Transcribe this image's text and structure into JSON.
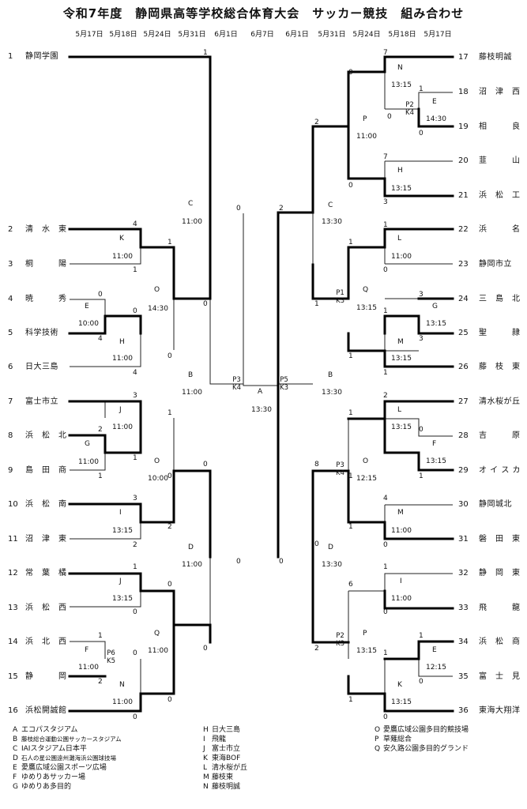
{
  "title": "令和7年度　静岡県高等学校総合体育大会　サッカー競技　組み合わせ",
  "dates": [
    "5月17日",
    "5月18日",
    "5月24日",
    "5月31日",
    "6月1日",
    "6月7日",
    "6月1日",
    "5月31日",
    "5月24日",
    "5月18日",
    "5月17日"
  ],
  "left_teams": [
    {
      "no": "1",
      "name": "静岡学園"
    },
    {
      "no": "2",
      "name": "清　水　東"
    },
    {
      "no": "3",
      "name": "桐　　　陽"
    },
    {
      "no": "4",
      "name": "暁　　　秀"
    },
    {
      "no": "5",
      "name": "科学技術"
    },
    {
      "no": "6",
      "name": "日大三島"
    },
    {
      "no": "7",
      "name": "富士市立"
    },
    {
      "no": "8",
      "name": "浜　松　北"
    },
    {
      "no": "9",
      "name": "島　田　商"
    },
    {
      "no": "10",
      "name": "浜　松　南"
    },
    {
      "no": "11",
      "name": "沼　津　東"
    },
    {
      "no": "12",
      "name": "常　葉　橘"
    },
    {
      "no": "13",
      "name": "浜　松　西"
    },
    {
      "no": "14",
      "name": "浜　北　西"
    },
    {
      "no": "15",
      "name": "静　　　岡"
    },
    {
      "no": "16",
      "name": "浜松開誠館"
    }
  ],
  "right_teams": [
    {
      "no": "17",
      "name": "藤枝明誠"
    },
    {
      "no": "18",
      "name": "沼　津　西"
    },
    {
      "no": "19",
      "name": "相　　　良"
    },
    {
      "no": "20",
      "name": "韮　　　山"
    },
    {
      "no": "21",
      "name": "浜　松　工"
    },
    {
      "no": "22",
      "name": "浜　　　名"
    },
    {
      "no": "23",
      "name": "静岡市立"
    },
    {
      "no": "24",
      "name": "三　島　北"
    },
    {
      "no": "25",
      "name": "聖　　　隷"
    },
    {
      "no": "26",
      "name": "藤　枝　東"
    },
    {
      "no": "27",
      "name": "清水桜が丘"
    },
    {
      "no": "28",
      "name": "吉　　　原"
    },
    {
      "no": "29",
      "name": "オ イ ス カ"
    },
    {
      "no": "30",
      "name": "静岡城北"
    },
    {
      "no": "31",
      "name": "磐　田　東"
    },
    {
      "no": "32",
      "name": "静　岡　東"
    },
    {
      "no": "33",
      "name": "飛　　　龍"
    },
    {
      "no": "34",
      "name": "浜　松　商"
    },
    {
      "no": "35",
      "name": "富　士　見"
    },
    {
      "no": "36",
      "name": "東海大翔洋"
    }
  ],
  "match_labels": [
    {
      "v": "C",
      "t": "11:00"
    },
    {
      "v": "K",
      "t": "11:00"
    },
    {
      "v": "O",
      "t": "14:30"
    },
    {
      "v": "E",
      "t": "10:00"
    },
    {
      "v": "H",
      "t": "11:00"
    },
    {
      "v": "B",
      "t": "11:00"
    },
    {
      "v": "J",
      "t": "11:00"
    },
    {
      "v": "G",
      "t": "11:00"
    },
    {
      "v": "O",
      "t": "10:00"
    },
    {
      "v": "I",
      "t": "13:15"
    },
    {
      "v": "D",
      "t": "11:00"
    },
    {
      "v": "J",
      "t": "13:15"
    },
    {
      "v": "Q",
      "t": "11:00"
    },
    {
      "v": "F",
      "t": "11:00"
    },
    {
      "v": "N",
      "t": "11:00"
    },
    {
      "v": "A",
      "t": "13:30"
    },
    {
      "v": "N",
      "t": "13:15"
    },
    {
      "v": "E",
      "t": "14:30"
    },
    {
      "v": "P",
      "t": "11:00"
    },
    {
      "v": "H",
      "t": "13:15"
    },
    {
      "v": "C",
      "t": "13:30"
    },
    {
      "v": "L",
      "t": "11:00"
    },
    {
      "v": "Q",
      "t": "13:15"
    },
    {
      "v": "G",
      "t": "13:15"
    },
    {
      "v": "M",
      "t": "13:15"
    },
    {
      "v": "B",
      "t": "13:30"
    },
    {
      "v": "L",
      "t": "13:15"
    },
    {
      "v": "F",
      "t": "13:15"
    },
    {
      "v": "O",
      "t": "12:15"
    },
    {
      "v": "M",
      "t": "11:00"
    },
    {
      "v": "D",
      "t": "13:30"
    },
    {
      "v": "I",
      "t": "11:00"
    },
    {
      "v": "P",
      "t": "13:15"
    },
    {
      "v": "E",
      "t": "12:15"
    },
    {
      "v": "K",
      "t": "13:15"
    }
  ],
  "scores": [
    "1",
    "4",
    "1",
    "1",
    "0",
    "0",
    "0",
    "4",
    "4",
    "0",
    "0",
    "0",
    "3",
    "1",
    "2",
    "1",
    "1",
    "0",
    "3",
    "2",
    "2",
    "0",
    "1",
    "0",
    "0",
    "1",
    "2",
    "0",
    "0",
    "0",
    "0",
    "7",
    "1",
    "0",
    "0",
    "0",
    "7",
    "3",
    "0",
    "2",
    "2",
    "1",
    "0",
    "1",
    "3",
    "1",
    "1",
    "3",
    "1",
    "1",
    "2",
    "1",
    "0",
    "1",
    "1",
    "8",
    "4",
    "0",
    "1",
    "0",
    "1",
    "0",
    "6",
    "1",
    "0",
    "1",
    "0",
    "1",
    "2",
    "0",
    "6",
    "1"
  ],
  "pk_marks": [
    {
      "p": "P3",
      "k": "K4"
    },
    {
      "p": "P5",
      "k": "K3"
    },
    {
      "p": "P6",
      "k": "K5"
    },
    {
      "p": "P2",
      "k": "K4"
    },
    {
      "p": "P1",
      "k": "K3"
    },
    {
      "p": "P3",
      "k": "K4"
    },
    {
      "p": "P2",
      "k": "K3"
    }
  ],
  "venues": [
    [
      {
        "l": "A",
        "n": "エコパスタジアム"
      },
      {
        "l": "B",
        "n": "藤枝総合運動公園サッカースタジアム"
      },
      {
        "l": "C",
        "n": "IAIスタジアム日本平"
      },
      {
        "l": "D",
        "n": "石人の星公園遠州灘海浜公園球技場"
      },
      {
        "l": "E",
        "n": "愛鷹広域公園スポーツ広場"
      },
      {
        "l": "F",
        "n": "ゆめりあサッカー場"
      },
      {
        "l": "G",
        "n": "ゆめりあ多目的"
      }
    ],
    [
      {
        "l": "H",
        "n": "日大三島"
      },
      {
        "l": "I",
        "n": "飛龍"
      },
      {
        "l": "J",
        "n": "富士市立"
      },
      {
        "l": "K",
        "n": "東海BOF"
      },
      {
        "l": "L",
        "n": "清水桜が丘"
      },
      {
        "l": "M",
        "n": "藤枝東"
      },
      {
        "l": "N",
        "n": "藤枝明誠"
      }
    ],
    [
      {
        "l": "O",
        "n": "愛鷹広域公園多目的競技場"
      },
      {
        "l": "P",
        "n": "草薙総合"
      },
      {
        "l": "Q",
        "n": "安久路公園多目的グランド"
      }
    ]
  ]
}
